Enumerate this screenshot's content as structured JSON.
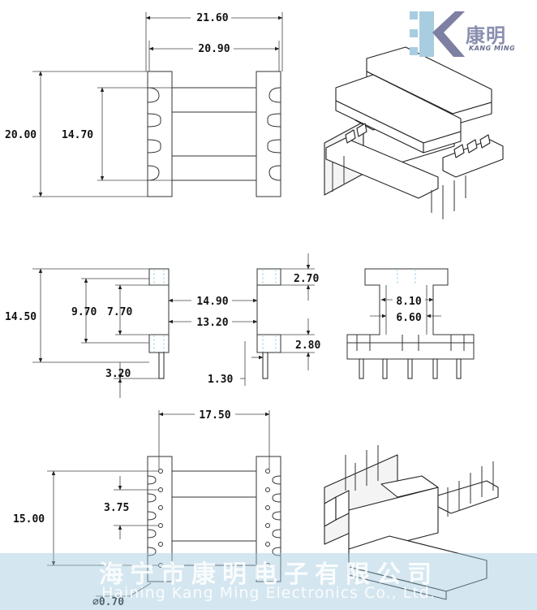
{
  "logo": {
    "cn": "康明",
    "en": "KANG MING",
    "mark": "K-letter-icon",
    "colors": {
      "light": "#a8cde0",
      "dark": "#7d7fa3"
    }
  },
  "watermark": {
    "cn": "海宁市康明电子有限公司",
    "en": "Haining Kang Ming Electronics Co., Ltd."
  },
  "top_view": {
    "overall_width": "21.60",
    "inner_width": "20.90",
    "overall_height": "20.00",
    "window_height": "14.70"
  },
  "front_view": {
    "total_height": "14.50",
    "outer_height": "9.70",
    "inner_height": "7.70",
    "flange_width": "14.90",
    "core_width": "13.20",
    "top_flange_thickness": "2.70",
    "bottom_flange_thickness": "2.80",
    "pin_length": "3.20",
    "pin_offset": "1.30"
  },
  "side_view": {
    "outer_width": "8.10",
    "inner_width": "6.60"
  },
  "bottom_view": {
    "pin_row_spacing": "17.50",
    "pin_span": "15.00",
    "pin_pitch": "3.75",
    "pin_diameter": "⌀0.70"
  },
  "colors": {
    "line": "#333333",
    "hidden_line": "#7fd0e6",
    "banner": "#a0c8dc"
  }
}
